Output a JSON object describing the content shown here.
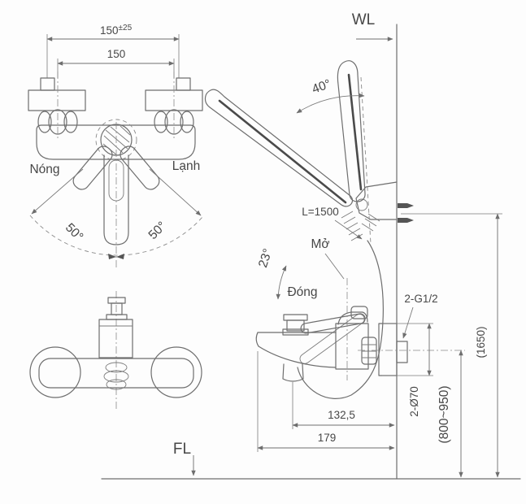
{
  "drawing_type": "faucet installation technical drawing",
  "colors": {
    "background": "#fdfdfd",
    "line": "#6e6e6e",
    "text": "#474747",
    "shading": "#4a4a4a"
  },
  "reference_lines": {
    "wall_line": "WL",
    "floor_line": "FL"
  },
  "labels": {
    "hot": "Nóng",
    "cold": "Lạnh",
    "open": "Mở",
    "close": "Đóng",
    "hose_length": "L=1500",
    "wall_connection": "2-G1/2"
  },
  "dimensions": {
    "inlet_spacing_base": "150",
    "inlet_spacing_tolerance": "±25",
    "inlet_spacing_nominal": "150",
    "handle_swing_left": "50°",
    "handle_swing_right": "50°",
    "shower_holder_angle": "40°",
    "lever_open_angle": "23°",
    "spout_center_reach": "132,5",
    "spout_total_reach": "179",
    "escutcheon_diameter": "2-Ø70",
    "install_height_range": "(800~950)",
    "holder_height": "(1650)"
  }
}
